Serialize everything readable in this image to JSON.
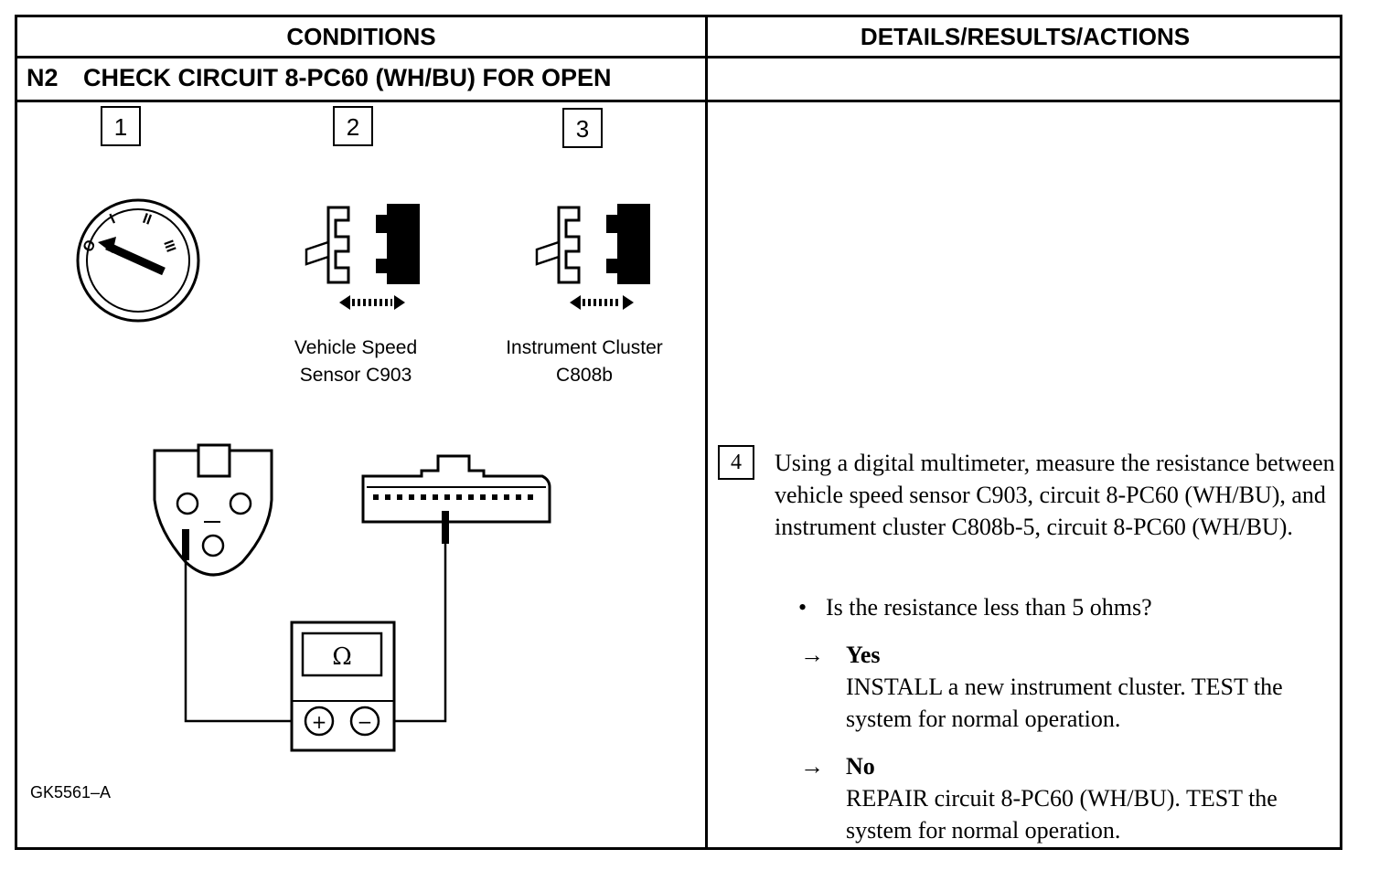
{
  "header": {
    "conditions": "CONDITIONS",
    "details": "DETAILS/RESULTS/ACTIONS"
  },
  "step": {
    "id": "N2",
    "title": "CHECK CIRCUIT 8-PC60 (WH/BU) FOR OPEN"
  },
  "figure": {
    "box_labels": [
      "1",
      "2",
      "3"
    ],
    "ignition_positions": [
      "O",
      "I",
      "II",
      "III"
    ],
    "connector_a": {
      "line1": "Vehicle Speed",
      "line2": "Sensor C903"
    },
    "connector_b": {
      "line1": "Instrument Cluster",
      "line2": "C808b"
    },
    "meter_symbol": "Ω",
    "meter_plus": "+",
    "meter_minus": "−",
    "figure_id": "GK5561–A",
    "icons": [
      "ignition-switch-icon",
      "connector-disconnect-icon",
      "multimeter-icon"
    ]
  },
  "action": {
    "number": "4",
    "instruction": "Using a digital multimeter, measure the resistance between vehicle speed sensor C903, circuit 8-PC60 (WH/BU), and instrument cluster C808b-5, circuit 8-PC60 (WH/BU).",
    "bullet": "•",
    "question": "Is the resistance less than 5 ohms?",
    "arrow": "→",
    "yes": {
      "label": "Yes",
      "text": "INSTALL a new instrument cluster. TEST the system for normal operation."
    },
    "no": {
      "label": "No",
      "text": "REPAIR circuit 8-PC60 (WH/BU). TEST the system for normal operation."
    }
  }
}
